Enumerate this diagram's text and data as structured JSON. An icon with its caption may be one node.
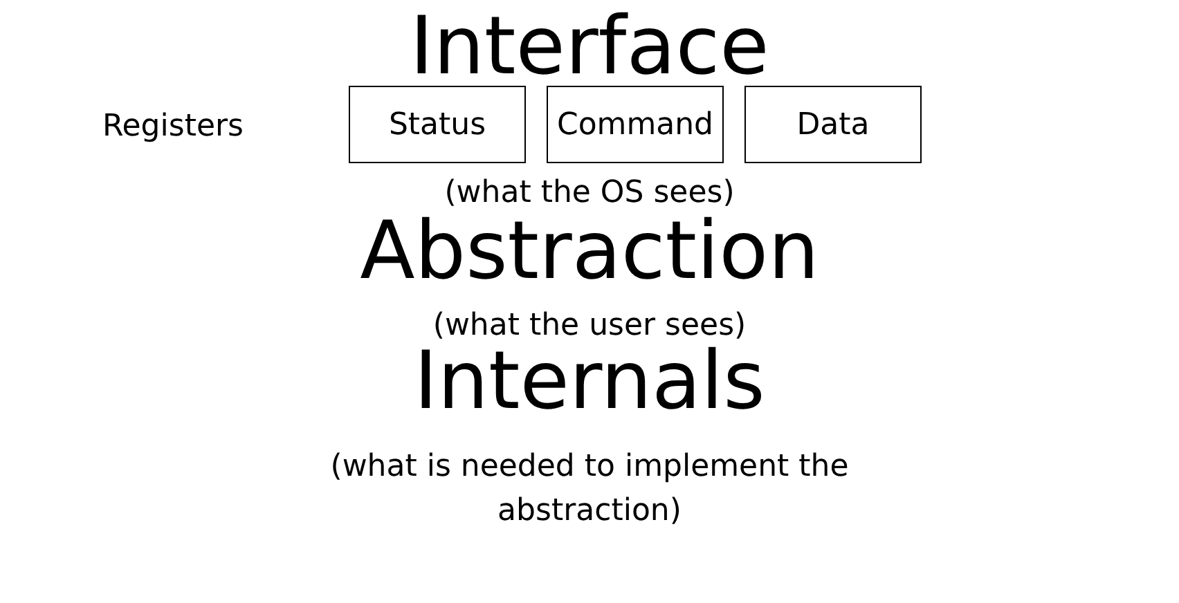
{
  "diagram": {
    "nodes": [
      {
        "text": [
          "Status"
        ]
      },
      {
        "text": [
          "Command"
        ]
      },
      {
        "text": [
          "Data"
        ]
      }
    ],
    "labels": [
      "Interface",
      "Registers",
      "(what the OS sees)",
      "Abstraction",
      "(what the user sees)",
      "Internals",
      "(what is needed to implement the abstraction)"
    ]
  }
}
